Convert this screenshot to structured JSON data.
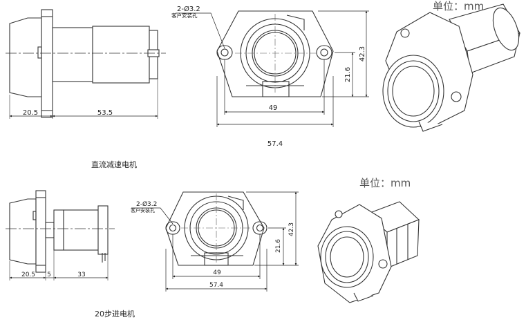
{
  "top": {
    "caption": "直流减速电机",
    "unit": "单位：mm",
    "hole_spec": "2-Ø3.2",
    "hole_note": "客户安装孔",
    "dims": {
      "flange": "20.5",
      "body": "53.5",
      "hole_pitch": "49",
      "overall_width": "57.4",
      "height": "42.3",
      "center_height": "21.6"
    }
  },
  "bottom": {
    "caption": "20步进电机",
    "unit": "单位：mm",
    "hole_spec": "2-Ø3.2",
    "hole_note": "客户安装孔",
    "dims": {
      "flange": "20.5",
      "gap": "5",
      "body": "33",
      "hole_pitch": "49",
      "overall_width": "57.4",
      "height": "42.3",
      "center_height": "21.6"
    }
  }
}
